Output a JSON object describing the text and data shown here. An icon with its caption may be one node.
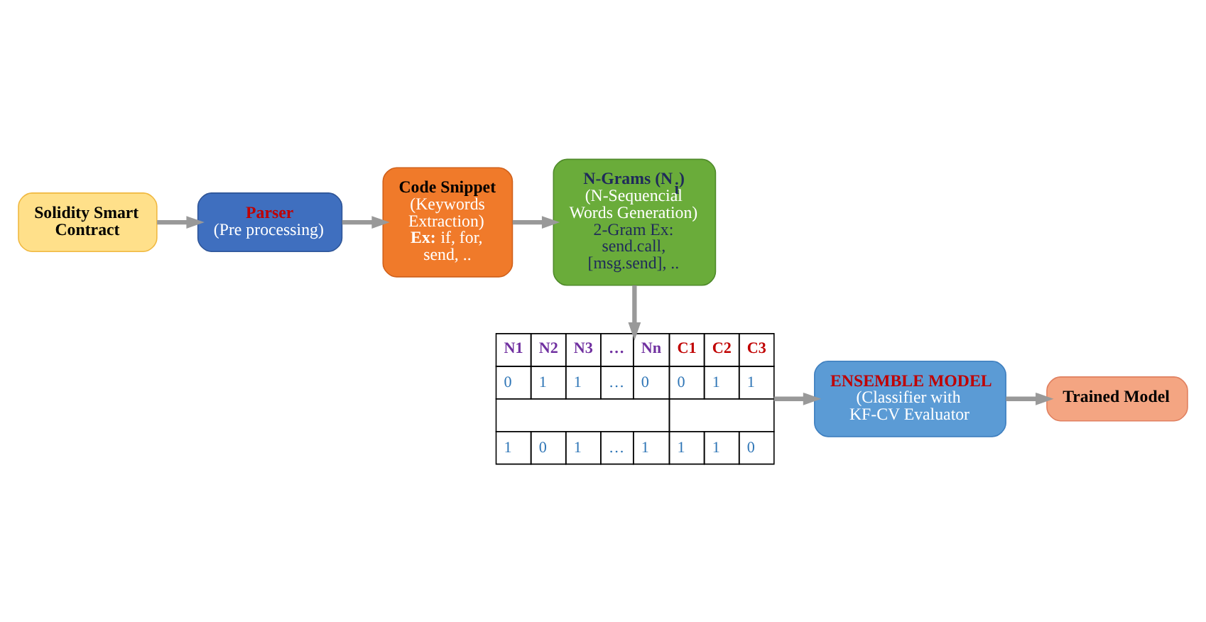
{
  "diagram": {
    "nodes": [
      {
        "text": [
          "Solidity Smart Contract"
        ]
      },
      {
        "text": [
          "Parser",
          "(Pre processing)"
        ]
      },
      {
        "text": [
          "Code Snippet",
          "(Keywords Extraction)",
          "**Ex:** if, for, send, .."
        ]
      },
      {
        "text": [
          "N-Grams (N$_{i}$)",
          "(N-Sequencial Words Generation)",
          "2-Gram Ex: send.call, [msg.send], .."
        ]
      },
      {
        "text": [
          "N1",
          "N2",
          "N3",
          "…",
          "Nn",
          "C1",
          "C2",
          "C3",
          "0",
          "1",
          "1",
          "…",
          "0",
          "0",
          "1",
          "1",
          "1",
          "0",
          "1",
          "…",
          "1",
          "1",
          "1",
          "0"
        ]
      },
      {
        "text": [
          "ENSEMBLE MODEL",
          "(Classifier with KF-CV Evaluator"
        ]
      },
      {
        "text": [
          "Trained Model"
        ]
      }
    ],
    "edges": [
      {
        "from": 0,
        "to": 1,
        "arrow": "to"
      },
      {
        "from": 1,
        "to": 2,
        "arrow": "to"
      },
      {
        "from": 2,
        "to": 3,
        "arrow": "to"
      },
      {
        "from": 3,
        "to": 4,
        "arrow": "to"
      },
      {
        "from": 4,
        "to": 5,
        "arrow": "to"
      },
      {
        "from": 5,
        "to": 6,
        "arrow": "to"
      }
    ]
  }
}
